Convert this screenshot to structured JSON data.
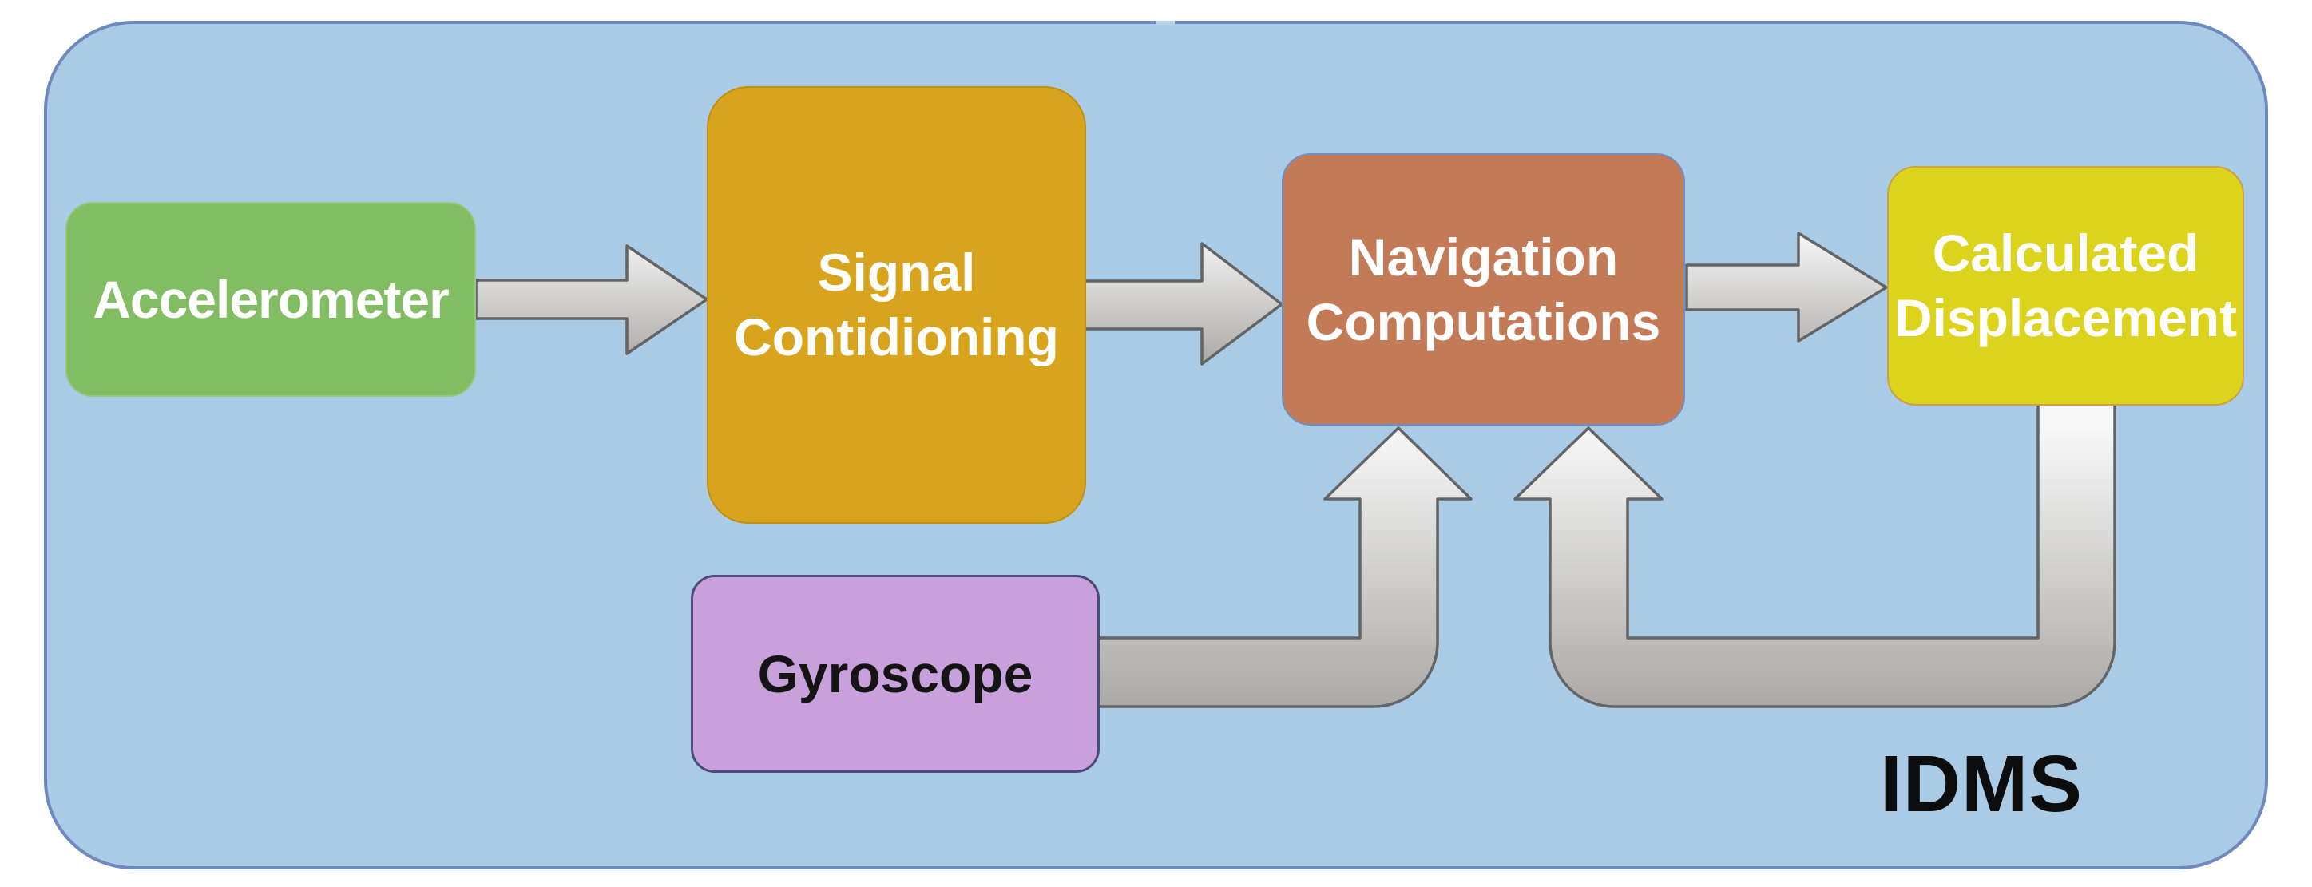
{
  "diagram": {
    "system_label": "IDMS",
    "colors": {
      "canvas_bg": "#ffffff",
      "container_fill": "#a9cbe5",
      "container_border": "#6e89bd",
      "arrow_fill_light": "#f8f8f8",
      "arrow_fill_dark": "#a9a7a4",
      "arrow_stroke": "#646464"
    },
    "nodes": [
      {
        "id": "accelerometer",
        "label": "Accelerometer",
        "fill": "#83bd63",
        "border": "#95c778",
        "text_color": "#ffffff"
      },
      {
        "id": "signal-conditioning",
        "label": "Signal\nContidioning",
        "fill": "#d8a41e",
        "border": "#c28f10",
        "text_color": "#ffffff"
      },
      {
        "id": "gyroscope",
        "label": "Gyroscope",
        "fill": "#c7a0dc",
        "border": "#4e4a78",
        "text_color": "#141414"
      },
      {
        "id": "navigation-computations",
        "label": "Navigation\nComputations",
        "fill": "#c27a57",
        "border": "#7090c0",
        "text_color": "#ffffff"
      },
      {
        "id": "calculated-displacement",
        "label": "Calculated\nDisplacement",
        "fill": "#dcd31d",
        "border": "#cfa045",
        "text_color": "#ffffff"
      }
    ],
    "edges": [
      {
        "from": "accelerometer",
        "to": "signal-conditioning",
        "type": "straight"
      },
      {
        "from": "signal-conditioning",
        "to": "navigation-computations",
        "type": "straight"
      },
      {
        "from": "gyroscope",
        "to": "navigation-computations",
        "type": "elbow-up"
      },
      {
        "from": "navigation-computations",
        "to": "calculated-displacement",
        "type": "straight"
      },
      {
        "from": "calculated-displacement",
        "to": "navigation-computations",
        "type": "feedback-loop"
      }
    ]
  }
}
